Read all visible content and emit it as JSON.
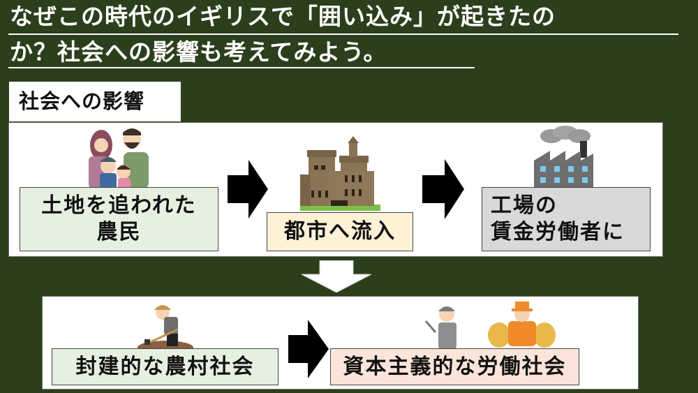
{
  "title": {
    "line1": "なぜこの時代のイギリスで「囲い込み」が起きたの",
    "line2": "か？社会への影響も考えてみよう。"
  },
  "section_label": "社会への影響",
  "flow_top": {
    "steps": [
      {
        "label_lines": [
          "土地を追われた",
          "農民"
        ],
        "illustration": "refugee-family-icon",
        "color": "#e6f0e0"
      },
      {
        "label_lines": [
          "都市へ流入"
        ],
        "illustration": "castle-city-icon",
        "color": "#fdf1d6"
      },
      {
        "label_lines": [
          "工場の",
          "賃金労働者に"
        ],
        "illustration": "factory-icon",
        "color": "#d9d9d9"
      }
    ]
  },
  "flow_bottom": {
    "steps": [
      {
        "label": "封建的な農村社会",
        "illustration": "farmer-digging-icon",
        "color": "#e6f0e0"
      },
      {
        "label": "資本主義的な労働社会",
        "illustration": "worker-and-capitalist-icon",
        "color": "#fbe4da"
      }
    ]
  },
  "colors": {
    "background": "#2c3f1c",
    "text": "#111111",
    "panel": "#ffffff"
  }
}
